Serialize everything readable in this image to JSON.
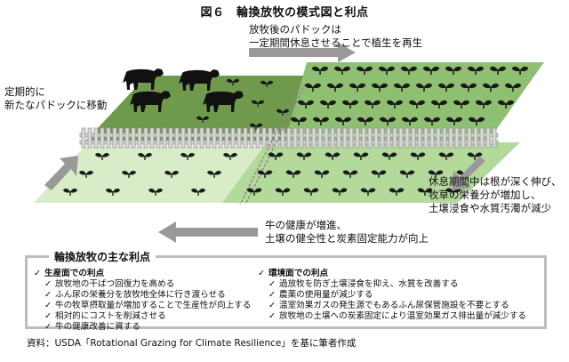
{
  "title": "図６　輪換放牧の模式図と利点",
  "labels": {
    "top_right": [
      "放牧後のパドックは",
      "一定期間休息させることで植生を再生"
    ],
    "left": [
      "定期的に",
      "新たなパドックに移動"
    ],
    "right": [
      "休息期間中は根が深く伸び、",
      "牧草の栄養分が増加し、",
      "土壌浸食や水質汚濁が減少"
    ],
    "bottom": [
      "牛の健康が増進、",
      "土壌の健全性と炭素固定能力が向上"
    ]
  },
  "benefits": {
    "title": "輪換放牧の主な利点",
    "bullet": "✓",
    "production": {
      "heading": "生産面での利点",
      "items": [
        "放牧地の干ばつ回復力を高める",
        "ふん尿の栄養分を放牧地全体に行き渡らせる",
        "牛の牧草摂取量が増加することで生産性が向上する",
        "相対的にコストを削減させる",
        "牛の健康改善に資する"
      ]
    },
    "environment": {
      "heading": "環境面での利点",
      "items": [
        "過放牧を防ぎ土壌浸食を抑え、水質を改善する",
        "農薬の使用量が減少する",
        "温室効果ガスの発生源でもあるふん尿保管施設を不要とする",
        "放牧地の土壌への炭素固定により温室効果ガス排出量が減少する"
      ]
    }
  },
  "source": "資料：USDA「Rotational Grazing for Climate Resilience」を基に筆者作成",
  "colors": {
    "grazed_paddock": "#6f9a4c",
    "resting_paddock": "#8fc072",
    "front_left": "#d9ecc8",
    "front_right": "#b3d99b",
    "arrow": "#999999",
    "panel_border": "#bdbdbd"
  }
}
